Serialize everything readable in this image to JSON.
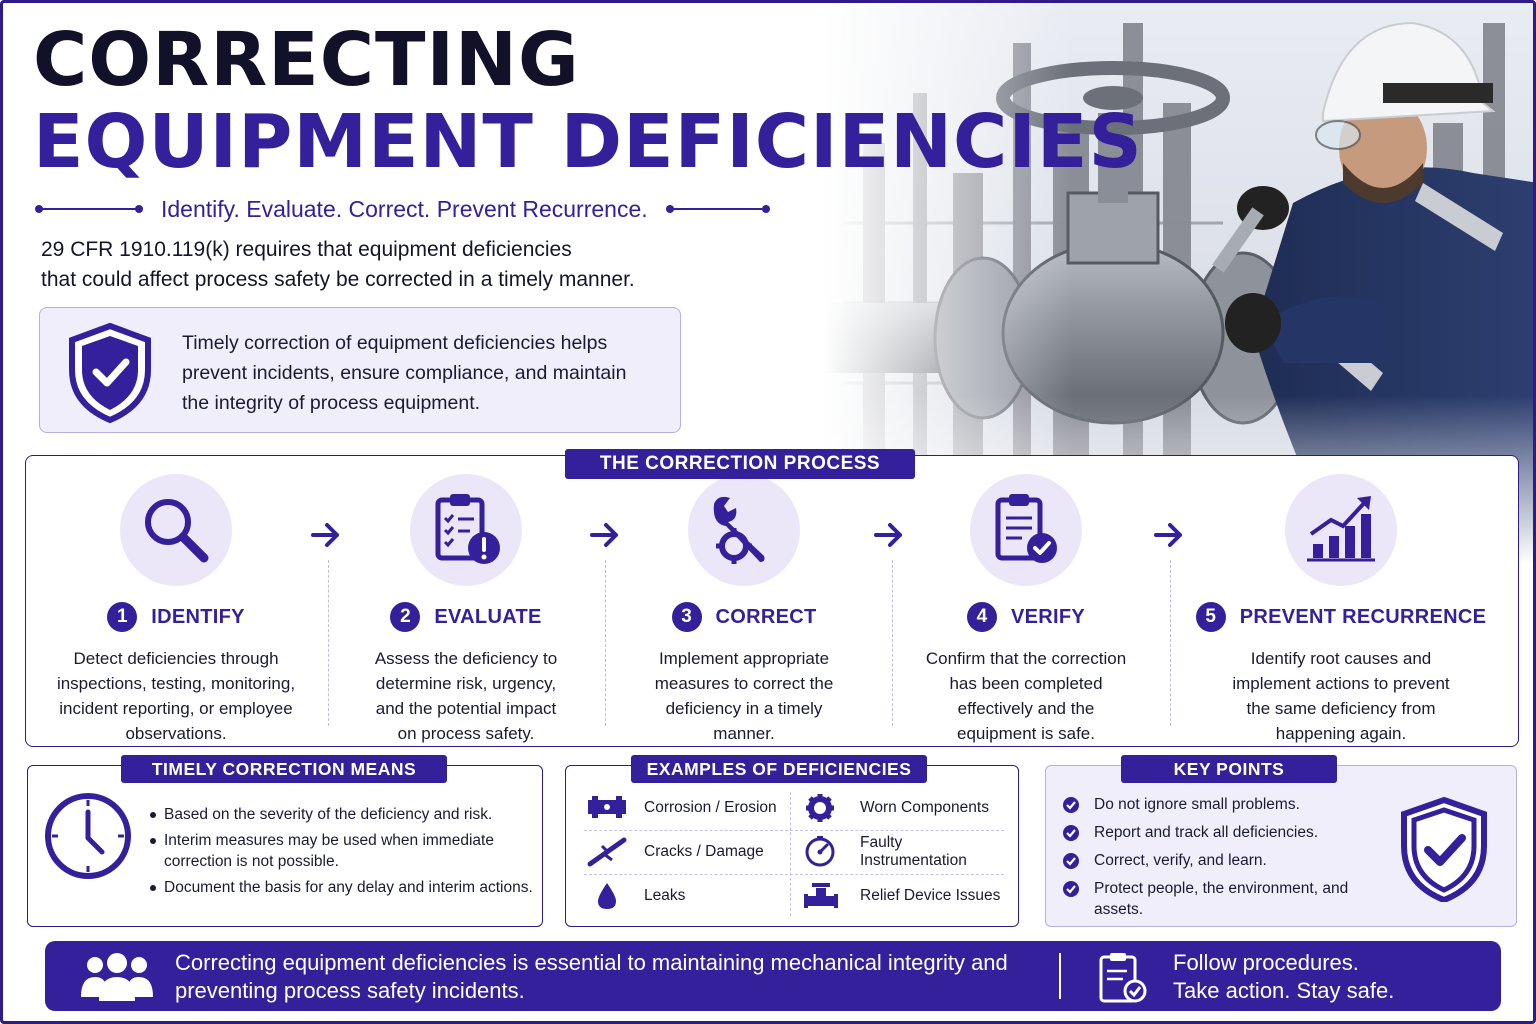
{
  "title": {
    "line1": "CORRECTING",
    "line2": "EQUIPMENT DEFICIENCIES",
    "tagline": "Identify. Evaluate. Correct. Prevent Recurrence."
  },
  "intro": {
    "line1": "29 CFR 1910.119(k) requires that equipment deficiencies",
    "line2": "that could affect process safety be corrected in a timely manner."
  },
  "callout": {
    "line1": "Timely correction of equipment deficiencies helps",
    "line2": "prevent incidents, ensure compliance, and maintain",
    "line3": "the integrity of process equipment."
  },
  "process": {
    "label": "THE CORRECTION PROCESS",
    "steps": [
      {
        "num": "1",
        "name": "IDENTIFY",
        "icon": "magnifier-icon",
        "desc": [
          "Detect deficiencies through",
          "inspections, testing, monitoring,",
          "incident reporting, or employee",
          "observations."
        ]
      },
      {
        "num": "2",
        "name": "EVALUATE",
        "icon": "clipboard-alert-icon",
        "desc": [
          "Assess the deficiency to",
          "determine risk, urgency,",
          "and the potential impact",
          "on process safety."
        ]
      },
      {
        "num": "3",
        "name": "CORRECT",
        "icon": "wrench-gear-icon",
        "desc": [
          "Implement appropriate",
          "measures to correct the",
          "deficiency in a timely",
          "manner."
        ]
      },
      {
        "num": "4",
        "name": "VERIFY",
        "icon": "document-check-icon",
        "desc": [
          "Confirm that the correction",
          "has been completed",
          "effectively and the",
          "equipment is safe."
        ]
      },
      {
        "num": "5",
        "name": "PREVENT RECURRENCE",
        "icon": "growth-chart-icon",
        "desc": [
          "Identify root causes and",
          "implement actions to prevent",
          "the same deficiency from",
          "happening again."
        ]
      }
    ]
  },
  "timely": {
    "label": "TIMELY CORRECTION MEANS",
    "bullets": [
      "Based on the severity of the deficiency and risk.",
      "Interim measures may be used when immediate correction is not possible.",
      "Document the basis for any delay and interim actions."
    ]
  },
  "examples": {
    "label": "EXAMPLES OF DEFICIENCIES",
    "items": [
      {
        "label": "Corrosion / Erosion",
        "icon": "corroded-pipe-icon"
      },
      {
        "label": "Worn Components",
        "icon": "gear-icon"
      },
      {
        "label": "Cracks / Damage",
        "icon": "cracked-pipe-icon"
      },
      {
        "label": "Faulty Instrumentation",
        "icon": "gauge-icon"
      },
      {
        "label": "Leaks",
        "icon": "droplet-icon"
      },
      {
        "label": "Relief Device Issues",
        "icon": "relief-valve-icon"
      }
    ]
  },
  "keypoints": {
    "label": "KEY POINTS",
    "items": [
      "Do not ignore small problems.",
      "Report and track all deficiencies.",
      "Correct, verify, and learn.",
      "Protect people, the environment, and assets."
    ]
  },
  "footer": {
    "message": "Correcting equipment deficiencies is essential to maintaining mechanical integrity and preventing process safety incidents.",
    "cta_line1": "Follow procedures.",
    "cta_line2": "Take action. Stay safe."
  },
  "colors": {
    "primary": "#34209a",
    "dark_title": "#12112a",
    "light_fill": "#f0eefb",
    "icon_circle": "#ebe7f8"
  }
}
